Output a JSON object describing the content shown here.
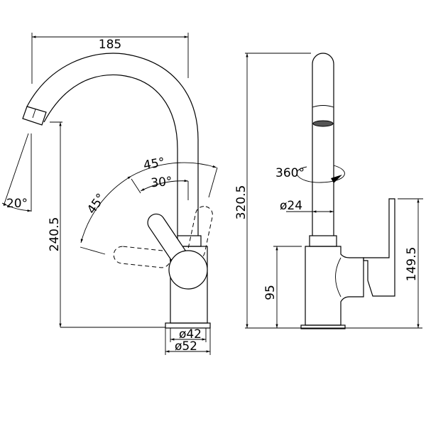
{
  "title": "Faucet technical drawing",
  "colors": {
    "line": "#000000",
    "background": "#ffffff"
  },
  "front_view": {
    "width_dim": "185",
    "height_dim": "240.5",
    "spout_angle": "20°",
    "lever_angle_left": "45°",
    "lever_angle_top": "45°",
    "lever_angle_inner": "30°",
    "base_inner_dim": "ø42",
    "base_outer_dim": "ø52"
  },
  "side_view": {
    "total_height_dim": "320.5",
    "swivel_angle": "360°",
    "spout_diameter_dim": "ø24",
    "body_height_dim": "95",
    "lever_height_dim": "149.5"
  }
}
